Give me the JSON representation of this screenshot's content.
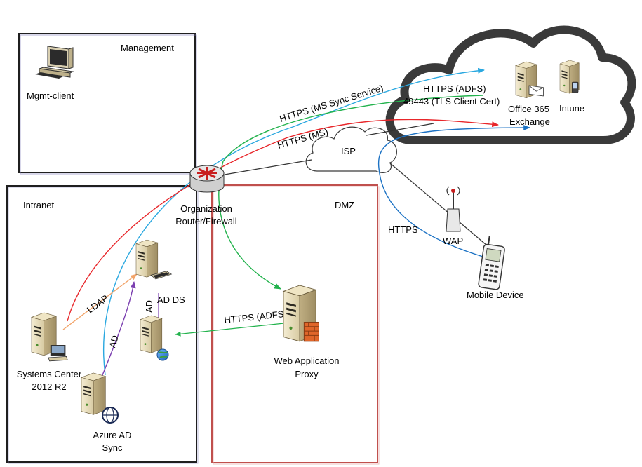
{
  "zones": {
    "management": "Management",
    "intranet": "Intranet",
    "dmz": "DMZ"
  },
  "nodes": {
    "mgmt_client": "Mgmt-client",
    "router": [
      "Organization",
      "Router/Firewall"
    ],
    "isp": "ISP",
    "office365": [
      "Office 365",
      "Exchange"
    ],
    "intune": "Intune",
    "wap": "WAP",
    "mobile_device": "Mobile Device",
    "ad_ds": "AD DS",
    "systems_center": [
      "Systems Center",
      "2012 R2"
    ],
    "azure_ad_sync": [
      "Azure AD",
      "Sync"
    ],
    "web_app_proxy": [
      "Web Application",
      "Proxy"
    ]
  },
  "connections": {
    "https_ms_sync": "HTTPS (MS Sync Service)",
    "https_adfs_top": "HTTPS (ADFS)",
    "tls_client_cert": "49443 (TLS Client Cert)",
    "https_ms": "HTTPS (MS)",
    "https_mobile": "HTTPS",
    "https_adfs_proxy": "HTTPS (ADFS)",
    "ldap": "LDAP",
    "ad_sync": "AD",
    "ad_ds_link": "AD"
  },
  "colors": {
    "sync_line": "#2aa8e0",
    "adfs_line": "#22b24c",
    "ms_line": "#e8262a",
    "ldap_line": "#f2a46a",
    "ad_line": "#7b3fb0",
    "mobile_line": "#1c72c4",
    "dmz_border": "#c0504d",
    "zone_border": "#1f1f1f",
    "cloud_border": "#3a3a3a"
  }
}
